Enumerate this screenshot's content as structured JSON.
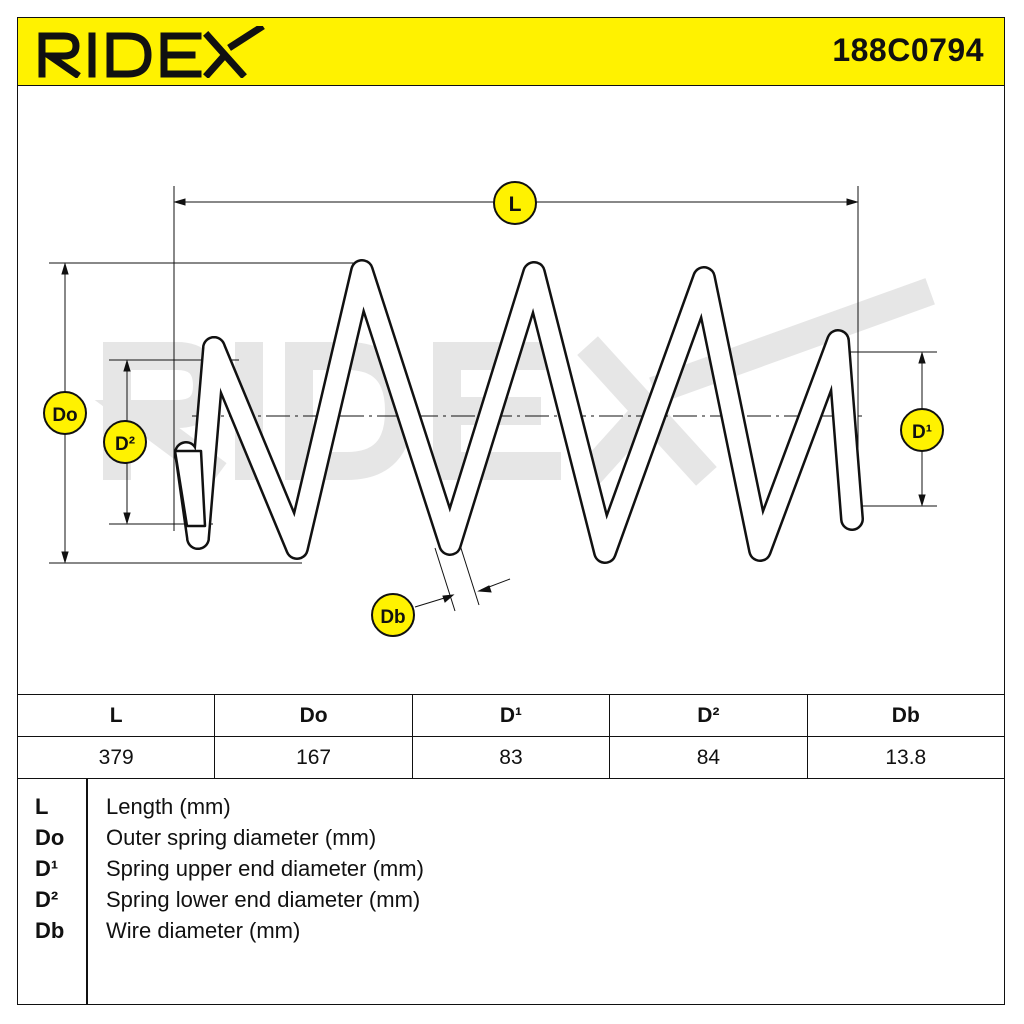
{
  "header": {
    "brand": "RIDEX",
    "part_number": "188C0794",
    "brand_color": "#fff200"
  },
  "diagram": {
    "watermark": "RIDEX",
    "labels": {
      "length": "L",
      "outer_diameter": "Do",
      "upper_end_diameter": "D¹",
      "lower_end_diameter": "D²",
      "wire_diameter": "Db"
    },
    "label_bubble_color": "#fff200"
  },
  "spec_table": {
    "headers": [
      "L",
      "Do",
      "D¹",
      "D²",
      "Db"
    ],
    "values": [
      "379",
      "167",
      "83",
      "84",
      "13.8"
    ]
  },
  "legend": [
    {
      "code": "L",
      "text": "Length (mm)"
    },
    {
      "code": "Do",
      "text": "Outer spring diameter (mm)"
    },
    {
      "code": "D¹",
      "text": "Spring upper end diameter (mm)"
    },
    {
      "code": "D²",
      "text": "Spring lower end diameter (mm)"
    },
    {
      "code": "Db",
      "text": "Wire diameter (mm)"
    }
  ]
}
